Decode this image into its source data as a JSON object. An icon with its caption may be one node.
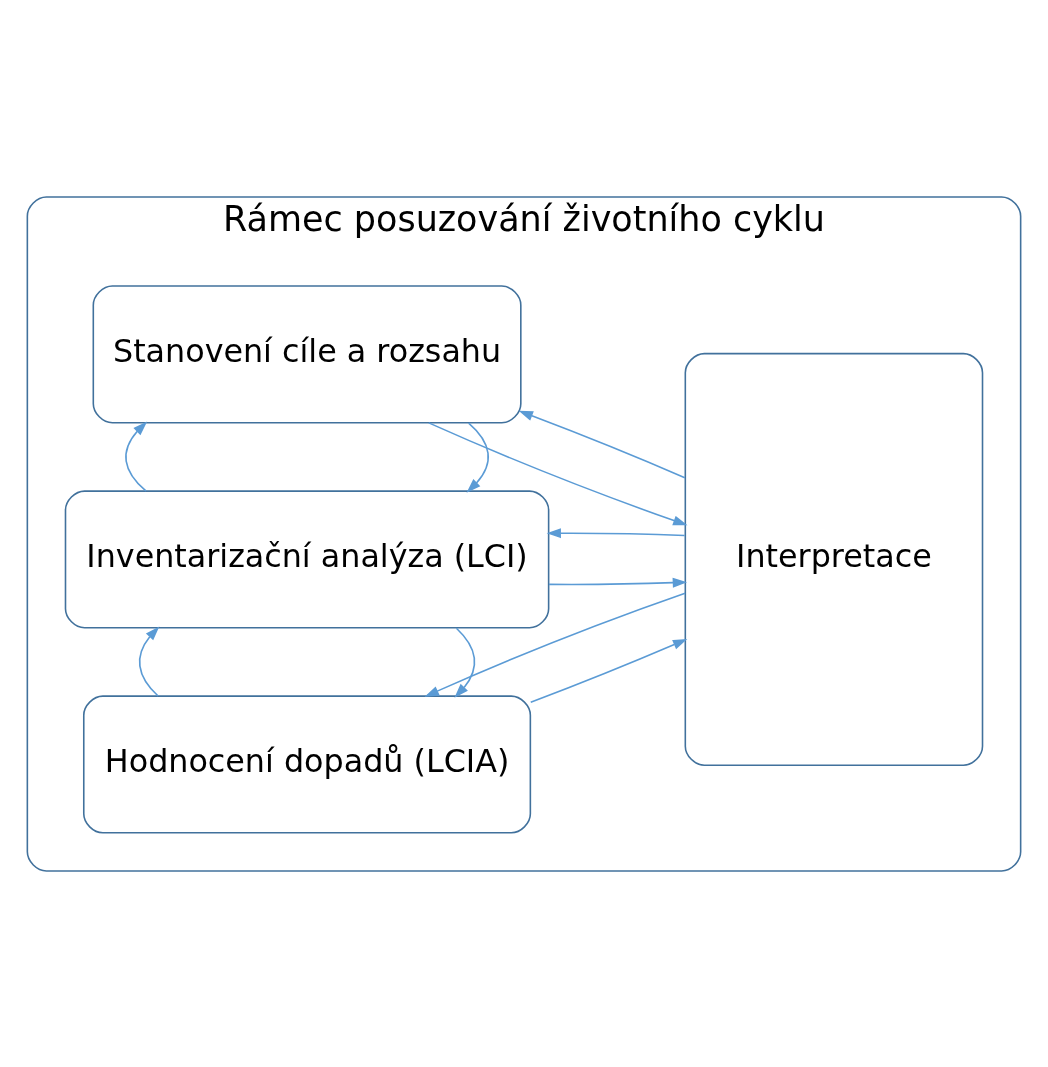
{
  "diagram": {
    "nodes": [
      {
        "text": [
          "Rámec posuzování životního cyklu"
        ]
      },
      {
        "text": [
          "Stanovení cíle a rozsahu"
        ],
        "in": 0
      },
      {
        "text": [
          "Inventarizační analýza (LCI)"
        ],
        "in": 0
      },
      {
        "text": [
          "Hodnocení dopadů (LCIA)"
        ],
        "in": 0
      },
      {
        "text": [
          "Interpretace"
        ],
        "in": 0
      }
    ],
    "edges": [
      {
        "from": 1,
        "to": 4,
        "arrow": "to"
      },
      {
        "from": 4,
        "to": 1,
        "arrow": "to"
      },
      {
        "from": 1,
        "to": 2,
        "arrow": "to"
      },
      {
        "from": 2,
        "to": 1,
        "arrow": "to"
      },
      {
        "from": 2,
        "to": 4,
        "arrow": "to"
      },
      {
        "from": 4,
        "to": 2,
        "arrow": "to"
      },
      {
        "from": 2,
        "to": 3,
        "arrow": "to"
      },
      {
        "from": 3,
        "to": 2,
        "arrow": "to"
      },
      {
        "from": 3,
        "to": 4,
        "arrow": "to"
      },
      {
        "from": 4,
        "to": 3,
        "arrow": "to"
      }
    ]
  }
}
